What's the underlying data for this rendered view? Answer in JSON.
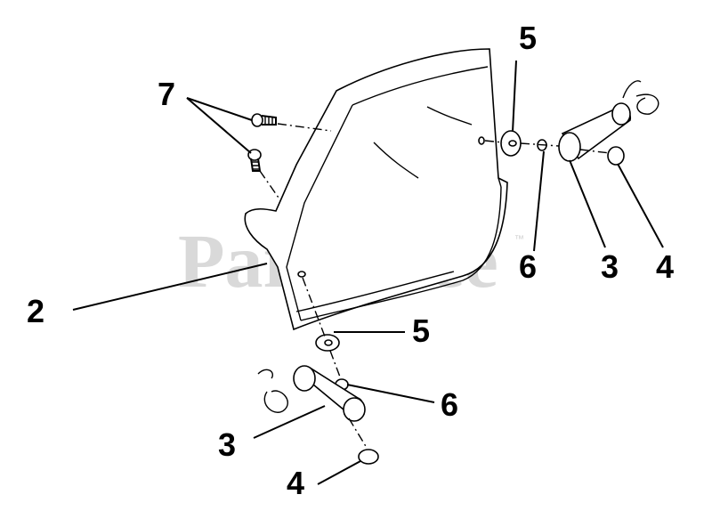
{
  "watermark": {
    "text": "PartsTree",
    "tm": "™"
  },
  "callouts": {
    "c2": "2",
    "c3_right": "3",
    "c3_bottom": "3",
    "c4_right": "4",
    "c4_bottom": "4",
    "c5_top": "5",
    "c5_middle": "5",
    "c6_right": "6",
    "c6_bottom": "6",
    "c7": "7"
  }
}
